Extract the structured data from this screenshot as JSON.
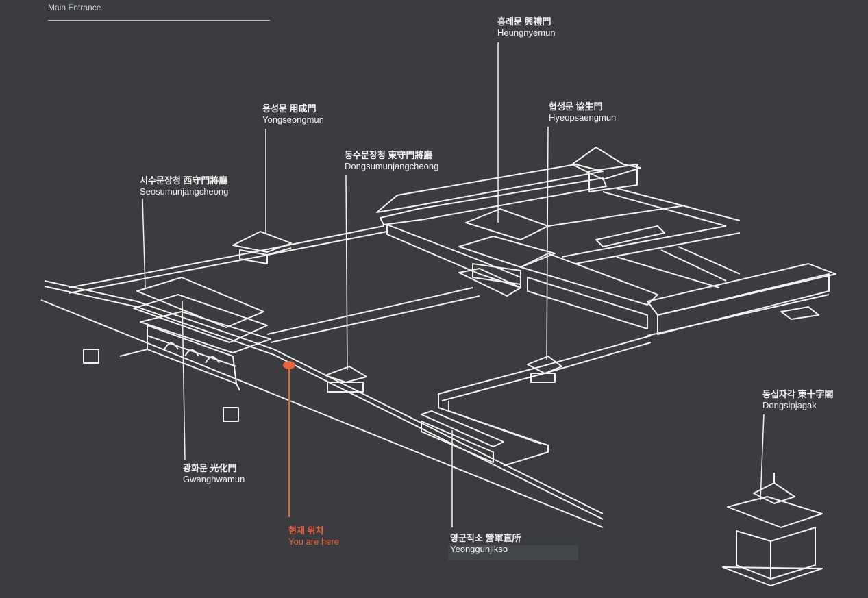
{
  "header": {
    "section_title": "Main Entrance"
  },
  "labels": {
    "heungnyemun": {
      "ko": "흥례문 興禮門",
      "en": "Heungnyemun"
    },
    "hyeopsaengmun": {
      "ko": "협생문 協生門",
      "en": "Hyeopsaengmun"
    },
    "yongseongmun": {
      "ko": "용성문 用成門",
      "en": "Yongseongmun"
    },
    "dongsumunjangcheong": {
      "ko": "동수문장청 東守門將廳",
      "en": "Dongsumunjangcheong"
    },
    "seosumunjangcheong": {
      "ko": "서수문장청 西守門將廳",
      "en": "Seosumunjangcheong"
    },
    "gwanghwamun": {
      "ko": "광화문 光化門",
      "en": "Gwanghwamun"
    },
    "you_are_here": {
      "ko": "현재 위치",
      "en": "You are here"
    },
    "yeonggunjikso": {
      "ko": "영군직소 營軍直所",
      "en": "Yeonggunjikso"
    },
    "dongsipjagak": {
      "ko": "동십자각 東十字閣",
      "en": "Dongsipjagak"
    }
  },
  "colors": {
    "background": "#3a3c3f",
    "lines": "#f2f2f2",
    "you_are_here": "#e8623a"
  }
}
